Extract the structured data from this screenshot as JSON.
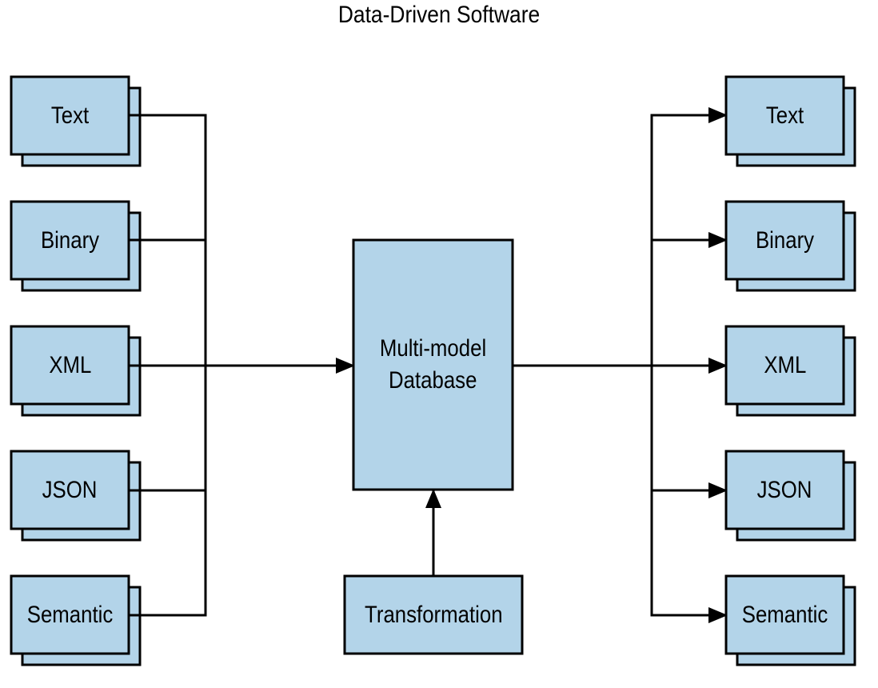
{
  "title": "Data-Driven Software",
  "colors": {
    "box_fill": "#b3d4e9",
    "stroke": "#000000",
    "background": "#ffffff"
  },
  "inputs": [
    "Text",
    "Binary",
    "XML",
    "JSON",
    "Semantic"
  ],
  "outputs": [
    "Text",
    "Binary",
    "XML",
    "JSON",
    "Semantic"
  ],
  "center": {
    "line1": "Multi-model",
    "line2": "Database"
  },
  "transformation": "Transformation"
}
